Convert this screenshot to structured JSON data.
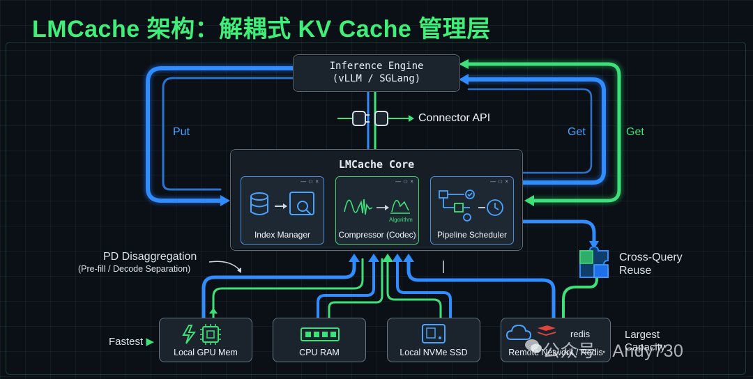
{
  "title": "LMCache 架构：解耦式 KV Cache 管理层",
  "engine": {
    "line1": "Inference Engine",
    "line2": "(vLLM / SGLang)"
  },
  "connector": {
    "label": "Connector API"
  },
  "arrows": {
    "put": "Put",
    "get_blue": "Get",
    "get_green": "Get"
  },
  "core": {
    "title": "LMCache Core",
    "modules": [
      {
        "label": "Index Manager",
        "icon": "database-search-icon"
      },
      {
        "label": "Compressor (Codec)",
        "icon": "waveform-icon",
        "sub": "Algorithm"
      },
      {
        "label": "Pipeline Scheduler",
        "icon": "workflow-clock-icon"
      }
    ]
  },
  "pd": {
    "line1": "PD Disaggregation",
    "line2": "(Pre-fill / Decode Separation)"
  },
  "cross_query": {
    "line1": "Cross-Query",
    "line2": "Reuse"
  },
  "tiers": {
    "fastest": "Fastest",
    "largest_1": "Largest",
    "largest_2": "Capacity",
    "stores": [
      {
        "label": "Local GPU Mem",
        "icon": "gpu-chip-icon"
      },
      {
        "label": "CPU RAM",
        "icon": "ram-stick-icon"
      },
      {
        "label": "Local NVMe SSD",
        "icon": "ssd-icon"
      },
      {
        "label": "Remote Network / Redis",
        "icon": "cloud-redis-icon",
        "brand": "redis"
      }
    ]
  },
  "watermark": "公众号 · Andy730",
  "colors": {
    "accent_green": "#3ef07a",
    "accent_blue": "#2f8dff",
    "box_border": "#5f6b78"
  }
}
